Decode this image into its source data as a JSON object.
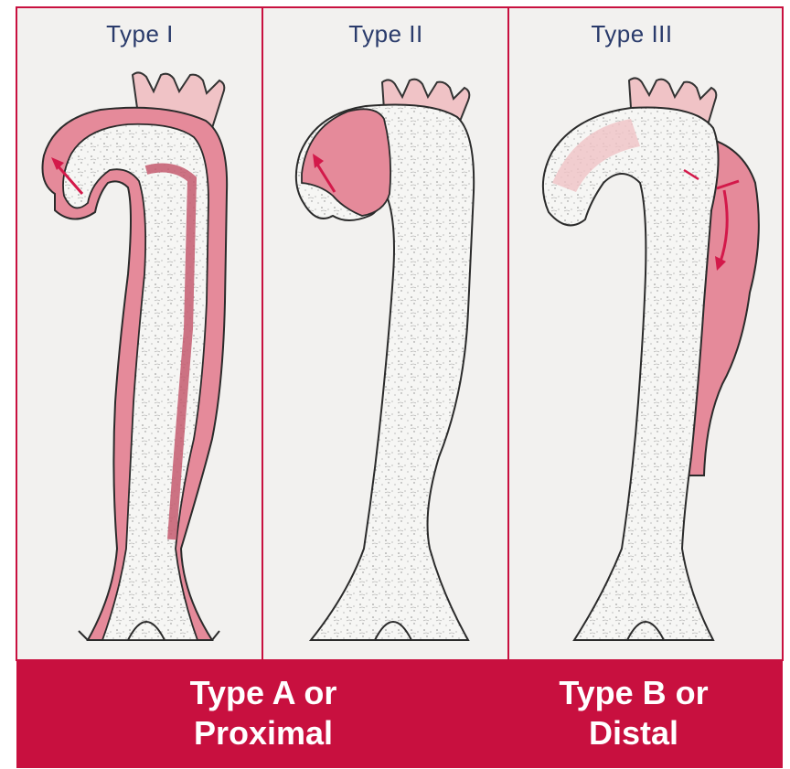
{
  "panels": [
    {
      "id": "type-1",
      "title": "Type I"
    },
    {
      "id": "type-2",
      "title": "Type II"
    },
    {
      "id": "type-3",
      "title": "Type III"
    }
  ],
  "footer": {
    "left_line1": "Type A or",
    "left_line2": "Proximal",
    "right_line1": "Type B or",
    "right_line2": "Distal"
  },
  "colors": {
    "frame": "#c8103f",
    "background": "#f2f1ef",
    "lumen_fill": "#f4f4f2",
    "false_lumen": "#e58a9a",
    "vessel_tint": "#f0c3c6",
    "arrow": "#d3194a",
    "title_text": "#2a3b6b",
    "footer_text": "#ffffff"
  }
}
